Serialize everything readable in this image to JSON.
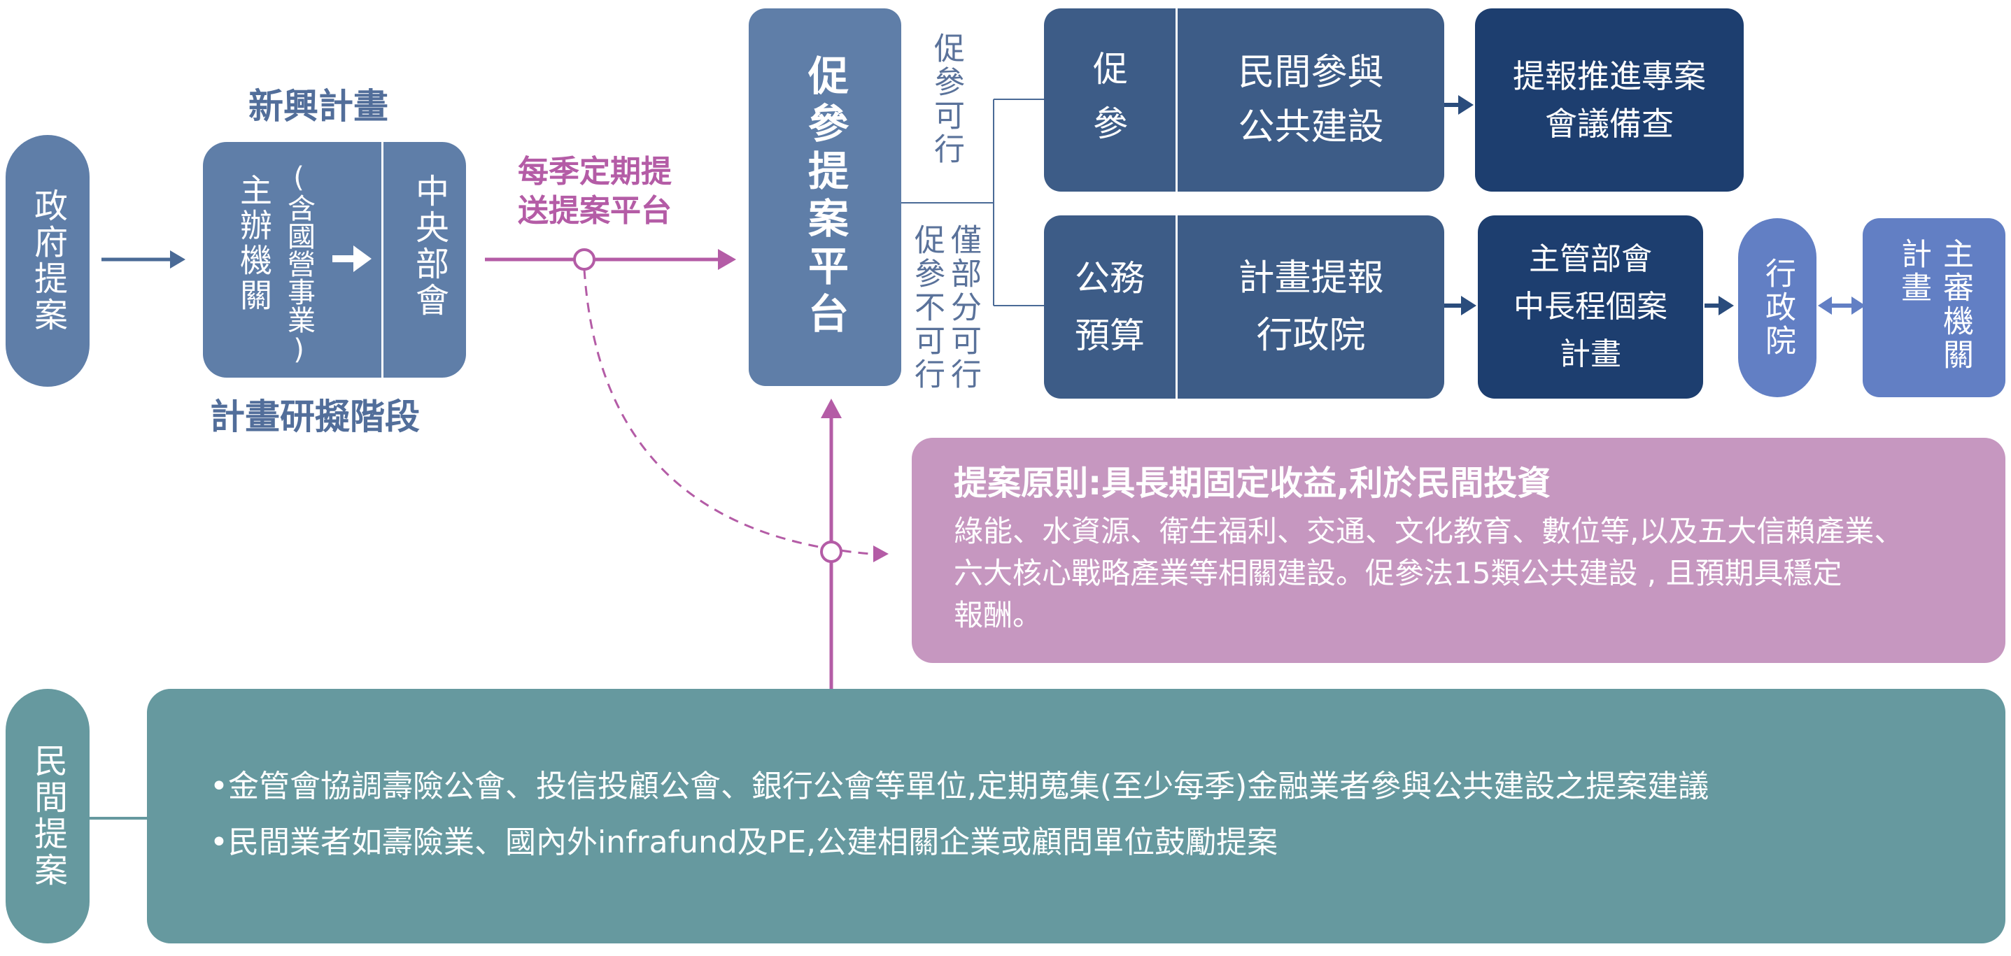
{
  "left_labels": {
    "gov_proposal": "政府提案",
    "private_proposal": "民間提案"
  },
  "plan_stage": {
    "top_label": "新興計畫",
    "bottom_label": "計畫研擬階段",
    "organizer": "主辦機關",
    "organizer_note": "(含國營事業)",
    "central_ministry": "中央部會"
  },
  "quarterly_label_line1": "每季定期提",
  "quarterly_label_line2": "送提案平台",
  "platform": "促參提案平台",
  "branch_feasible": "促參可行",
  "branch_partial_col1": "促參不可行",
  "branch_partial_col2": "僅部分可行",
  "ppp_row": {
    "left": "促參",
    "middle_line1": "民間參與",
    "middle_line2": "公共建設",
    "right_line1": "提報推進專案",
    "right_line2": "會議備查"
  },
  "budget_row": {
    "left_line1": "公務",
    "left_line2": "預算",
    "middle_line1": "計畫提報",
    "middle_line2": "行政院",
    "ministry_line1": "主管部會",
    "ministry_line2": "中長程個案",
    "ministry_line3": "計畫",
    "executive_yuan": "行政院",
    "review_col1": "計畫",
    "review_col2": "主審機關"
  },
  "principle": {
    "title": "提案原則:具長期固定收益,利於民間投資",
    "line1": "綠能、水資源、衛生福利、交通、文化教育、數位等,以及五大信賴產業、",
    "line2": "六大核心戰略產業等相關建設。促參法15類公共建設 , 且預期具穩定",
    "line3": "報酬。"
  },
  "private_box": {
    "bullet1": "•金管會協調壽險公會、投信投顧公會、銀行公會等單位,定期蒐集(至少每季)金融業者參與公共建設之提案建議",
    "bullet2": "•民間業者如壽險業、國內外infrafund及PE,公建相關企業或顧問單位鼓勵提案"
  },
  "colors": {
    "steel_blue": "#5f7ea8",
    "navy": "#3d5c87",
    "deep_navy": "#1d3e6f",
    "lavender_blue": "#627fc4",
    "teal": "#66999f",
    "pink": "#c697c0",
    "magenta_arrow": "#b45ca6",
    "connector": "#4a6a96"
  }
}
